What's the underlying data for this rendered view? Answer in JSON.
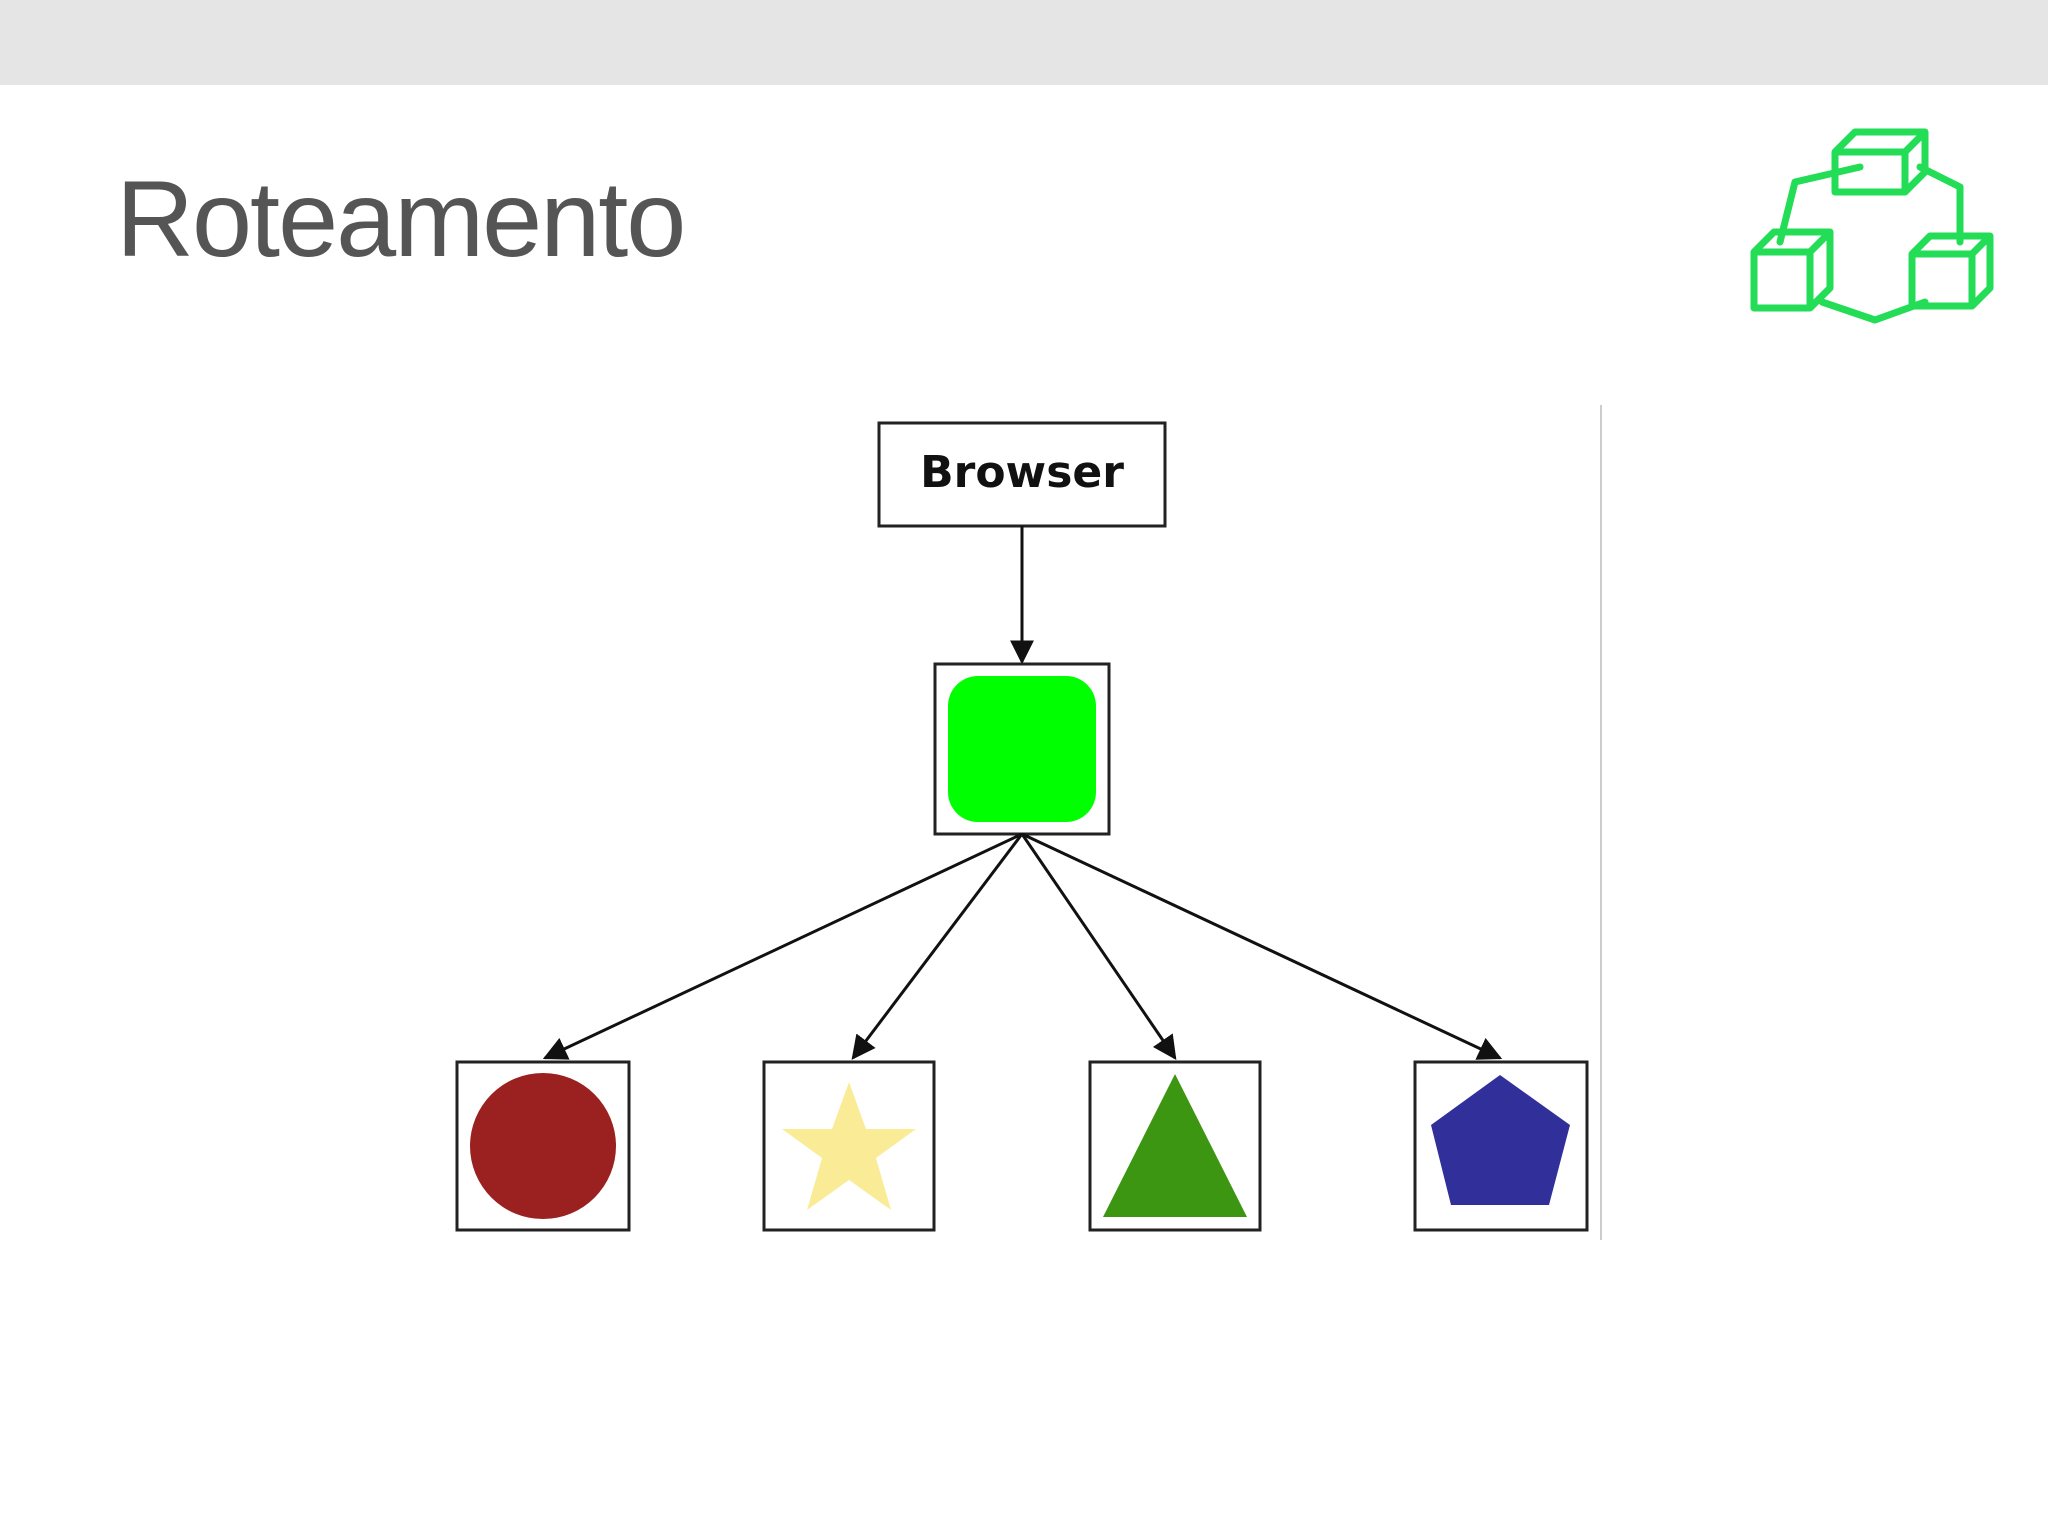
{
  "slide": {
    "title": "Roteamento"
  },
  "logo": {
    "icon": "cubes-network-icon",
    "color": "#22dd55"
  },
  "diagram": {
    "root": {
      "label": "Browser"
    },
    "router": {
      "shape": "rounded-square",
      "color": "#00ff00"
    },
    "routes": [
      {
        "shape": "circle",
        "color": "#9b2020"
      },
      {
        "shape": "star",
        "color": "#faec96"
      },
      {
        "shape": "triangle",
        "color": "#3d9612"
      },
      {
        "shape": "pentagon",
        "color": "#31309a"
      }
    ]
  }
}
